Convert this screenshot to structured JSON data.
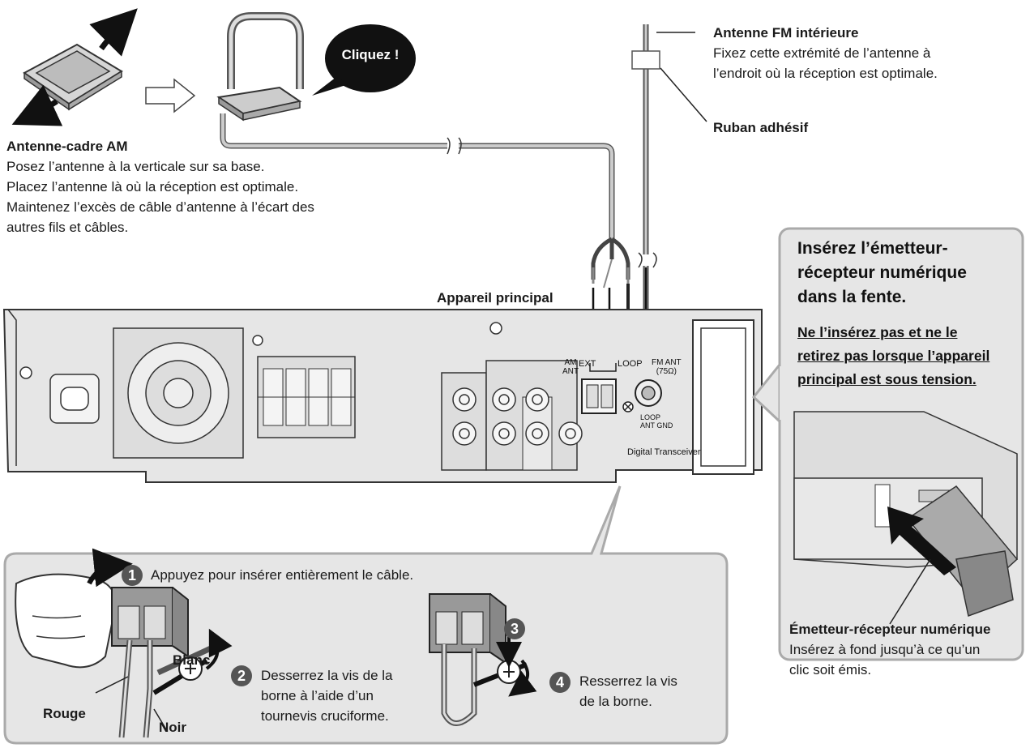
{
  "bubble": "Cliquez !",
  "am_antenna": {
    "title": "Antenne-cadre AM",
    "lines": [
      "Posez l’antenne à la verticale sur sa base.",
      "Placez l’antenne là où la réception est optimale.",
      "Maintenez l’excès de câble d’antenne à l’écart des",
      "autres fils et câbles."
    ]
  },
  "fm_antenna": {
    "title": "Antenne FM intérieure",
    "lines": [
      "Fixez cette extrémité de l’antenne à",
      "l’endroit où la réception est optimale."
    ],
    "tape": "Ruban adhésif"
  },
  "main_unit_label": "Appareil principal",
  "terminals": {
    "am_ant": [
      "AM",
      "ANT"
    ],
    "ext": "EXT",
    "loop": "LOOP",
    "fm_ant": [
      "FM ANT",
      "(75Ω)"
    ],
    "loop_gnd": [
      "LOOP",
      "ANT GND"
    ],
    "slot_label": "Digital Transceiver"
  },
  "right_panel": {
    "heading": [
      "Insérez l’émetteur-",
      "récepteur numérique",
      "dans la fente."
    ],
    "warning": [
      "Ne l’insérez pas et ne le ",
      "retirez pas lorsque l’appareil ",
      "principal est sous tension."
    ],
    "caption_title": "Émetteur-récepteur numérique",
    "caption_lines": [
      "Insérez à fond jusqu’à ce qu’un",
      "clic soit émis."
    ]
  },
  "steps": [
    {
      "num": "1",
      "text": "Appuyez pour insérer entièrement le câble."
    },
    {
      "num": "2",
      "lines": [
        "Desserrez la vis de la",
        "borne à l’aide d’un",
        "tournevis cruciforme."
      ]
    },
    {
      "num": "3"
    },
    {
      "num": "4",
      "lines": [
        "Resserrez la vis",
        "de la borne."
      ]
    }
  ],
  "wire_labels": {
    "white": "Blanc",
    "red": "Rouge",
    "black": "Noir"
  }
}
